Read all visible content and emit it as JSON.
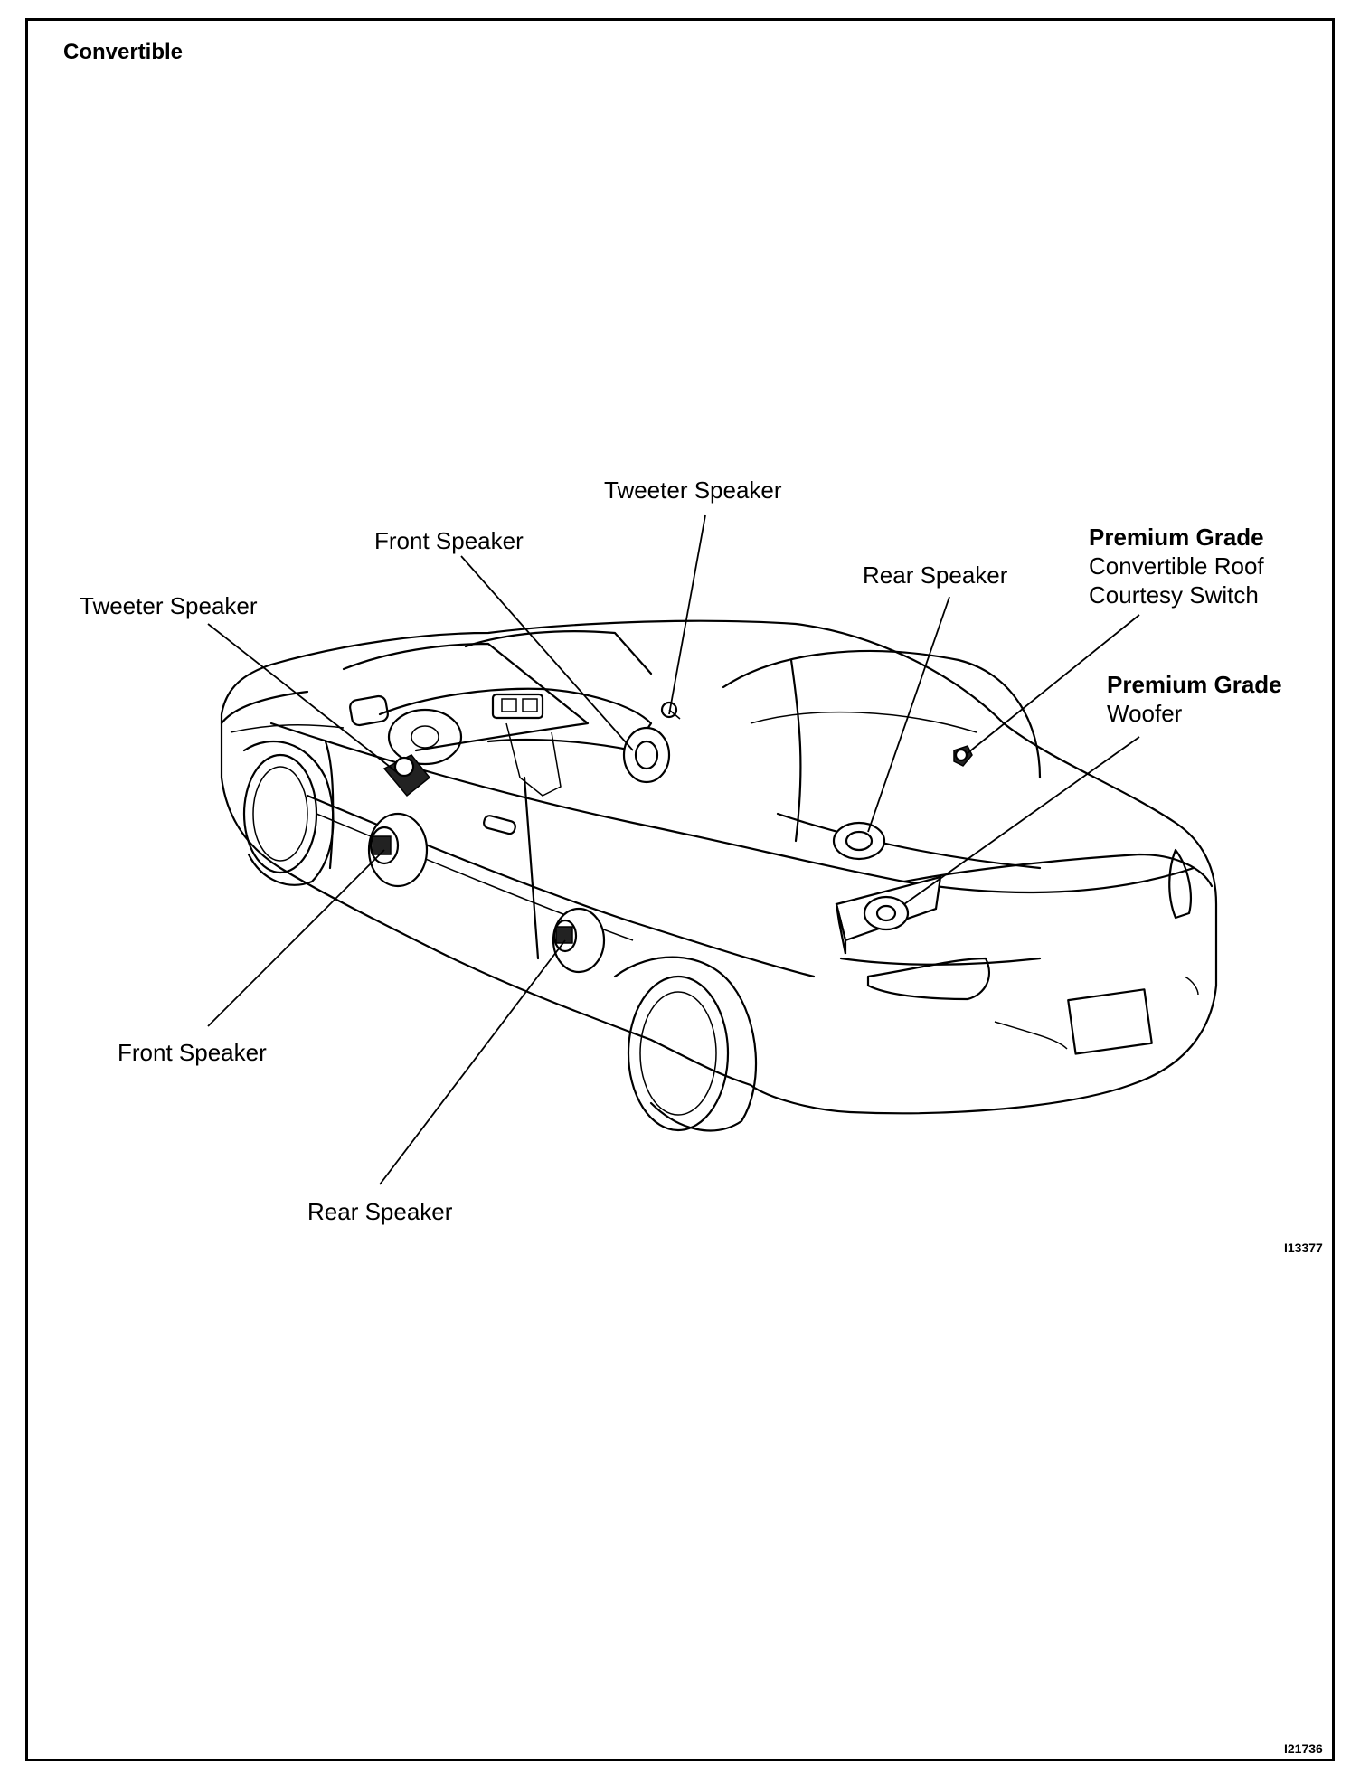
{
  "title": "Convertible",
  "labels": {
    "tweeter_top": "Tweeter Speaker",
    "front_speaker_top": "Front Speaker",
    "tweeter_left": "Tweeter Speaker",
    "rear_speaker_top": "Rear Speaker",
    "premium_roof_grade": "Premium Grade",
    "premium_roof_line1": "Convertible  Roof",
    "premium_roof_line2": "Courtesy Switch",
    "premium_woofer_grade": "Premium Grade",
    "premium_woofer_name": "Woofer",
    "front_speaker_bottom": "Front Speaker",
    "rear_speaker_bottom": "Rear Speaker"
  },
  "figure_codes": {
    "inner": "I13377",
    "outer": "I21736"
  }
}
